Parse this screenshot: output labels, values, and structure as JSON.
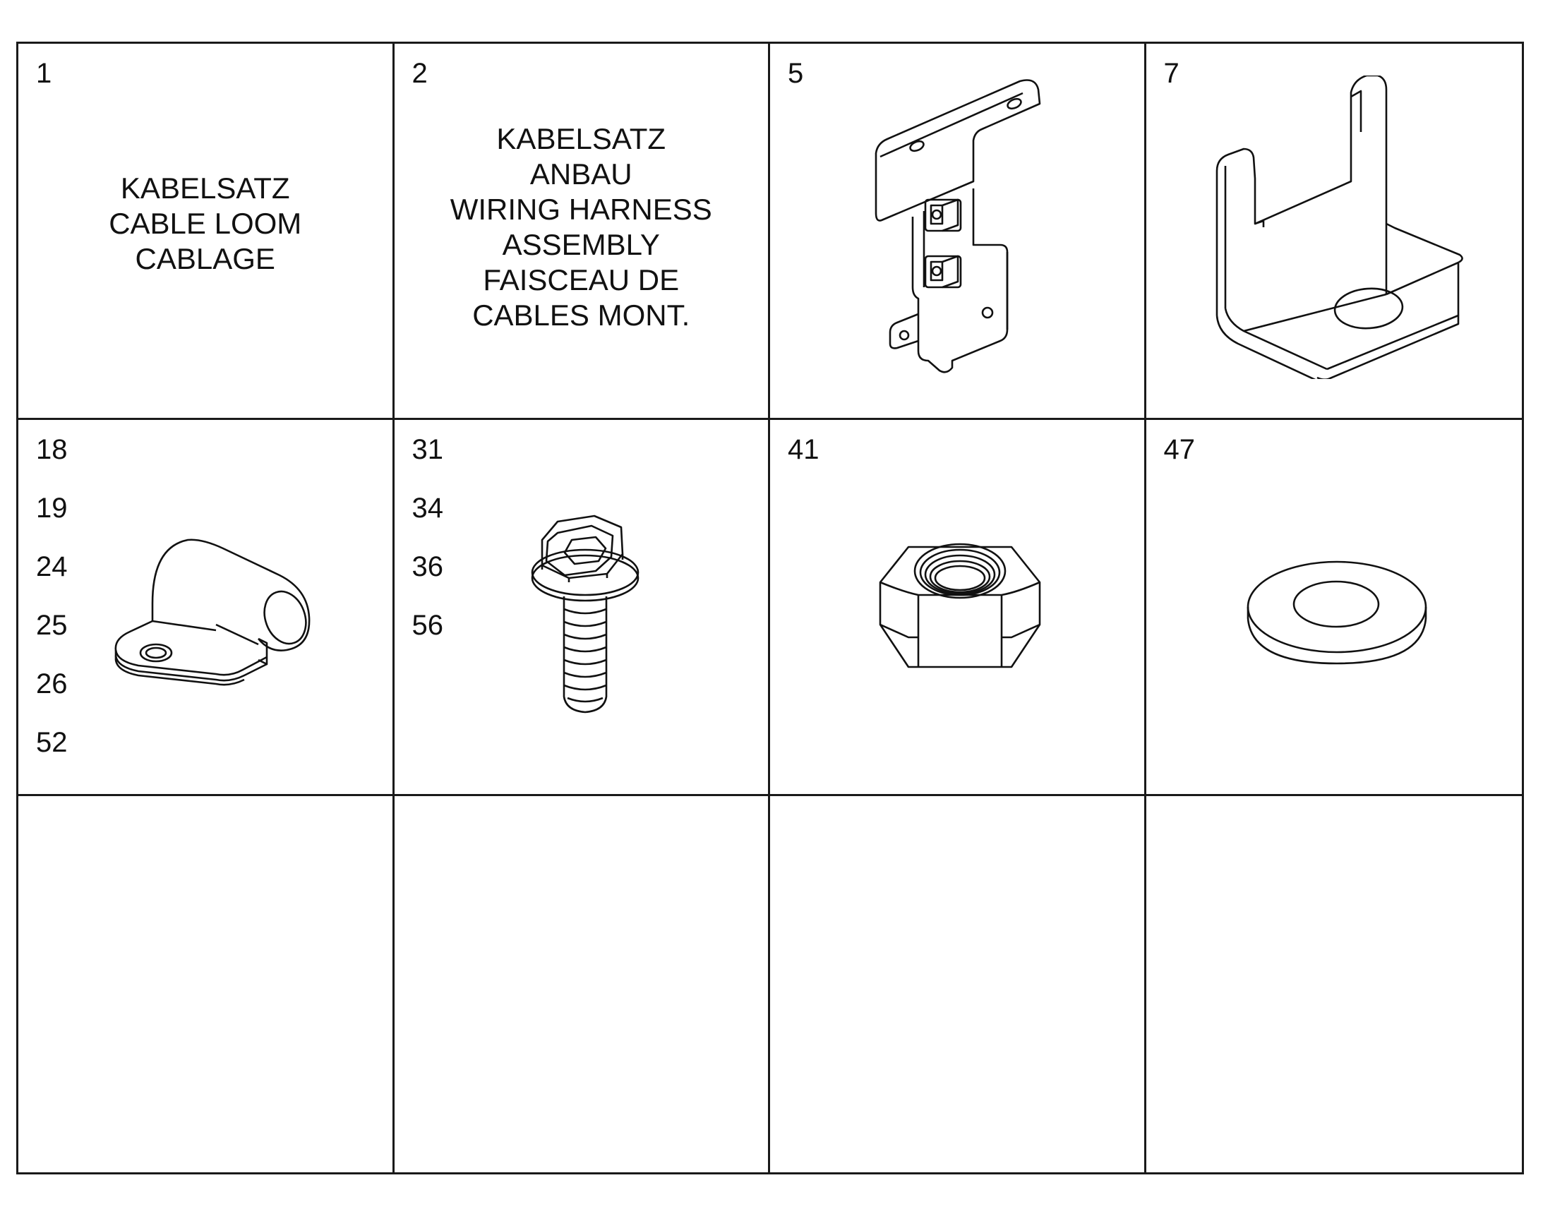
{
  "cells": [
    {
      "refs": [
        "1"
      ],
      "desc": [
        "KABELSATZ",
        "CABLE LOOM",
        "CABLAGE"
      ],
      "icon": "cable-loom-text"
    },
    {
      "refs": [
        "2"
      ],
      "desc": [
        "KABELSATZ",
        "ANBAU",
        "WIRING HARNESS",
        "ASSEMBLY",
        "FAISCEAU DE",
        "CABLES MONT."
      ],
      "icon": "harness-text"
    },
    {
      "refs": [
        "5"
      ],
      "icon": "mounting-bracket-icon"
    },
    {
      "refs": [
        "7"
      ],
      "icon": "angle-bracket-icon"
    },
    {
      "refs": [
        "18",
        "19",
        "24",
        "25",
        "26",
        "52"
      ],
      "icon": "cable-clamp-icon"
    },
    {
      "refs": [
        "31",
        "34",
        "36",
        "56"
      ],
      "icon": "flange-bolt-icon"
    },
    {
      "refs": [
        "41"
      ],
      "icon": "hex-nut-icon"
    },
    {
      "refs": [
        "47"
      ],
      "icon": "washer-icon"
    },
    {
      "refs": []
    },
    {
      "refs": []
    },
    {
      "refs": []
    },
    {
      "refs": []
    }
  ]
}
